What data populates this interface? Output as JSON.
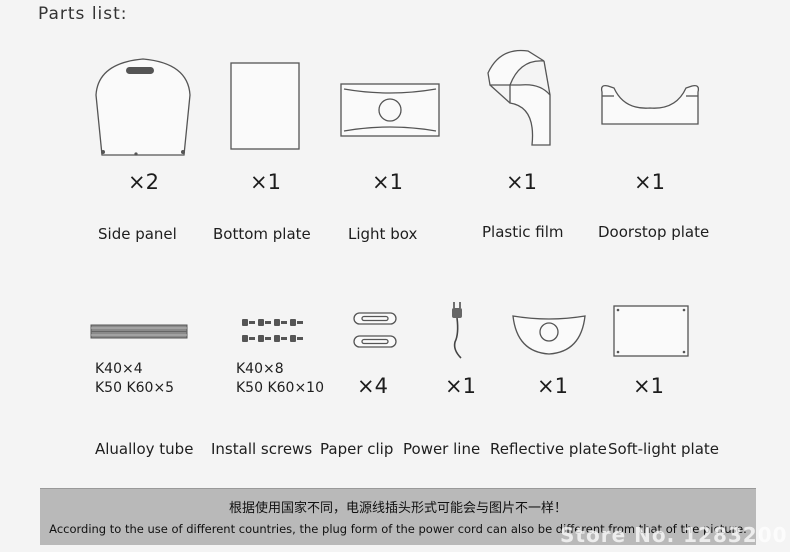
{
  "title": "Parts list:",
  "row1": [
    {
      "label": "Side panel",
      "qty": "×2",
      "icon": "side-panel-icon"
    },
    {
      "label": "Bottom plate",
      "qty": "×1",
      "icon": "bottom-plate-icon"
    },
    {
      "label": "Light box",
      "qty": "×1",
      "icon": "light-box-icon"
    },
    {
      "label": "Plastic film",
      "qty": "×1",
      "icon": "plastic-film-icon"
    },
    {
      "label": "Doorstop plate",
      "qty": "×1",
      "icon": "doorstop-plate-icon"
    }
  ],
  "row2": [
    {
      "label": "Alualloy tube",
      "spec": "K40×4\nK50 K60×5",
      "icon": "alualloy-tube-icon"
    },
    {
      "label": "Install screws",
      "spec": "K40×8\nK50 K60×10",
      "icon": "install-screws-icon"
    },
    {
      "label": "Paper clip",
      "qty": "×4",
      "icon": "paper-clip-icon"
    },
    {
      "label": "Power line",
      "qty": "×1",
      "icon": "power-line-icon"
    },
    {
      "label": "Reflective plate",
      "qty": "×1",
      "icon": "reflective-plate-icon"
    },
    {
      "label": "Soft-light  plate",
      "qty": "×1",
      "icon": "soft-light-plate-icon"
    }
  ],
  "footer": {
    "chinese": "根据使用国家不同，电源线插头形式可能会与图片不一样！",
    "english": "According to the use of different countries, the plug form of the power cord can also be different from that of the picture.",
    "watermark": "Store No. 1283200"
  }
}
